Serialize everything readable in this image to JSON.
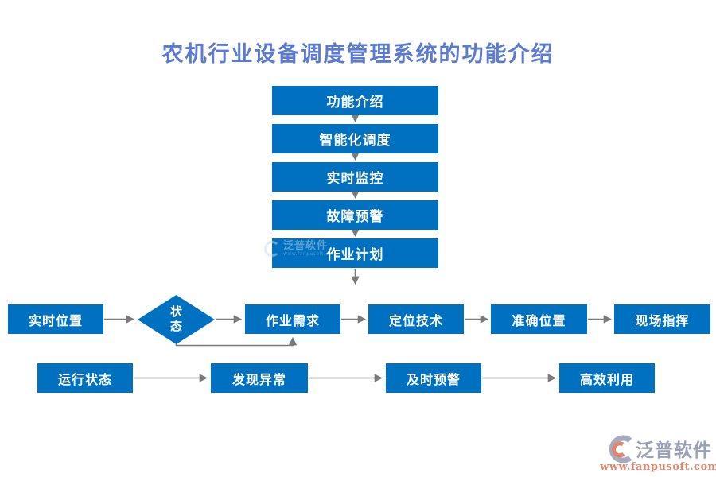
{
  "title": "农机行业设备调度管理系统的功能介绍",
  "colors": {
    "node_blue": "#0070C0",
    "title_blue": "#5b7bd2",
    "arrow_gray": "#7a7a7a",
    "logo_gray": "#9aa0b5",
    "logo_salmon": "#e2866e"
  },
  "column": {
    "nodes": [
      "功能介绍",
      "智能化调度",
      "实时监控",
      "故障预警",
      "作业计划"
    ]
  },
  "decision": {
    "label": "状态"
  },
  "row1": {
    "nodes": [
      "实时位置",
      "作业需求",
      "定位技术",
      "准确位置",
      "现场指挥"
    ]
  },
  "row2": {
    "nodes": [
      "运行状态",
      "发现异常",
      "及时预警",
      "高效利用"
    ]
  },
  "watermark": {
    "text": "泛普软件"
  },
  "logo": {
    "name": "泛普软件",
    "url": "www.fanpusoft.com"
  }
}
